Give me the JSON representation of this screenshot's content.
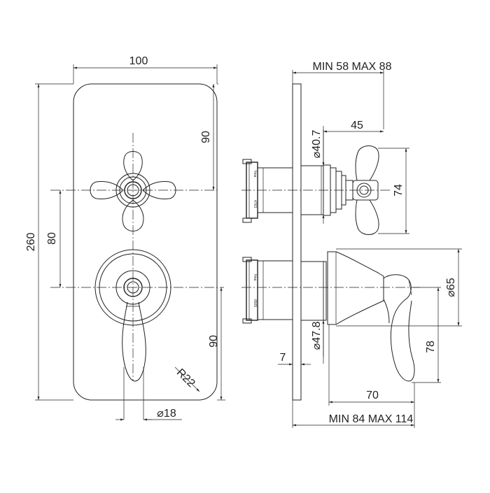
{
  "drawing": {
    "dimensions": {
      "plate_width": "100",
      "total_height": "260",
      "top_to_upper_axis": "90",
      "axis_spacing": "80",
      "lower_axis_to_bottom": "90",
      "corner_radius": "R22",
      "spout_diameter": "⌀18",
      "depth_range": "MIN 58 MAX 88",
      "upper_knob_offset": "45",
      "upper_body_diameter": "⌀40.7",
      "upper_handle_height": "74",
      "lower_body_diameter": "⌀47.8",
      "lower_cap_diameter": "⌀65",
      "lower_handle_height": "78",
      "plate_thickness": "7",
      "lower_handle_length": "70",
      "overall_depth_range": "MIN 84 MAX 114"
    },
    "cartridge_labels": {
      "upper_brand": "fima",
      "upper_code": "4763",
      "lower_brand": "fima",
      "lower_code": "6505"
    }
  }
}
